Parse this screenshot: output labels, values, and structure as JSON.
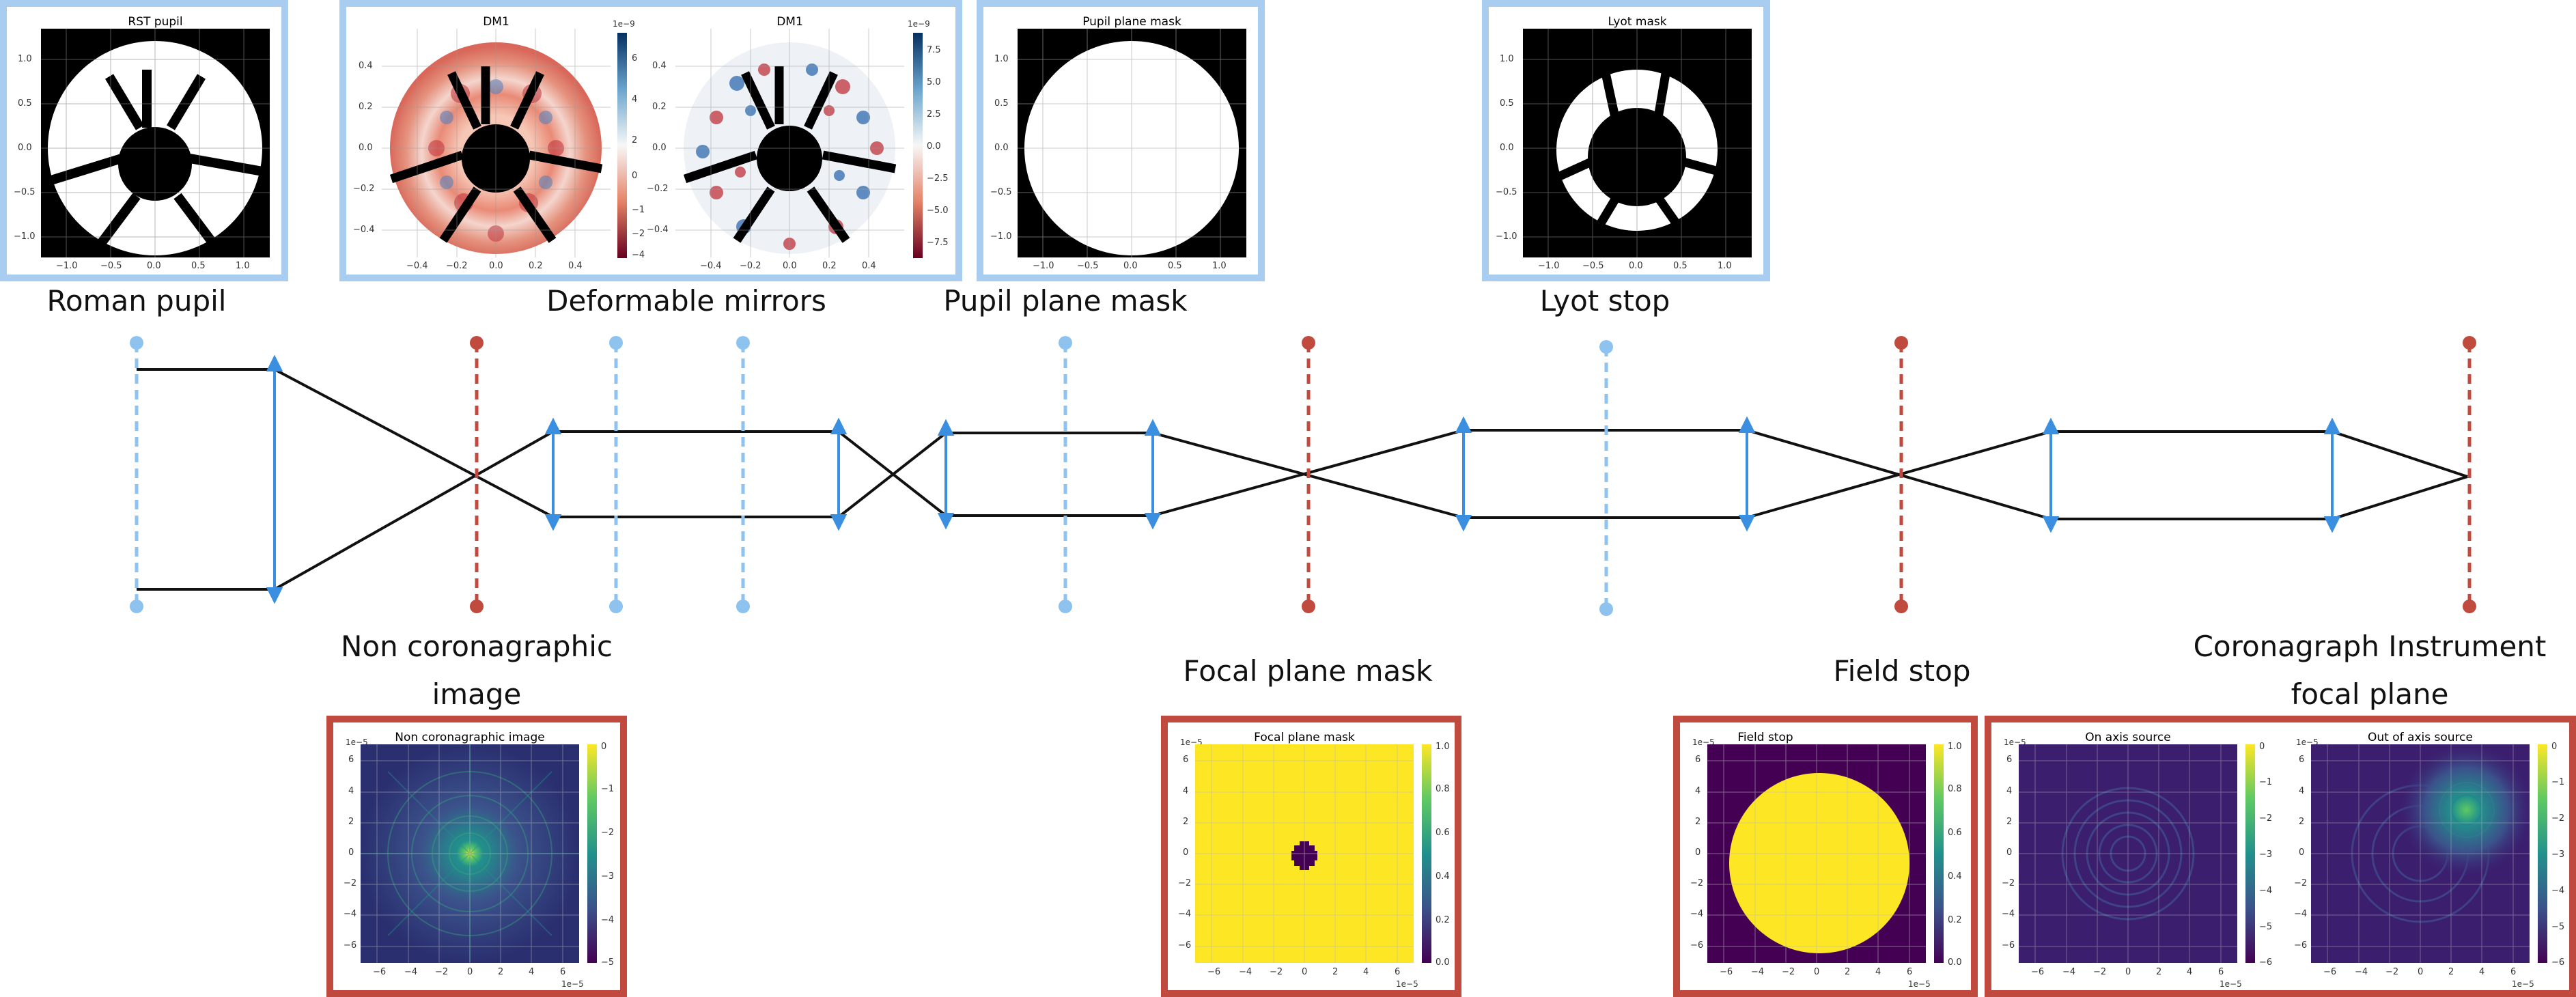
{
  "labels": {
    "roman_pupil": "Roman pupil",
    "deformable_mirrors": "Deformable mirrors",
    "pupil_plane_mask": "Pupil plane mask",
    "lyot_stop": "Lyot stop",
    "non_coronagraphic_1": "Non coronagraphic",
    "non_coronagraphic_2": "image",
    "focal_plane_mask": "Focal plane mask",
    "field_stop": "Field stop",
    "cgi_focal_1": "Coronagraph Instrument",
    "cgi_focal_2": "focal plane"
  },
  "plots": {
    "rst_pupil": {
      "title": "RST pupil",
      "yticks": [
        "1.0",
        "0.5",
        "0.0",
        "−0.5",
        "−1.0"
      ],
      "xticks": [
        "−1.0",
        "−0.5",
        "0.0",
        "0.5",
        "1.0"
      ]
    },
    "dm1_a": {
      "title": "DM1",
      "yticks": [
        "0.4",
        "0.2",
        "0.0",
        "−0.2",
        "−0.4"
      ],
      "xticks": [
        "−0.4",
        "−0.2",
        "0.0",
        "0.2",
        "0.4"
      ],
      "cbar_ticks": [
        "6",
        "4",
        "2",
        "0",
        "−1",
        "−2",
        "−4"
      ],
      "cbar_exp": "1e−9"
    },
    "dm1_b": {
      "title": "DM1",
      "yticks": [
        "0.4",
        "0.2",
        "0.0",
        "−0.2",
        "−0.4"
      ],
      "xticks": [
        "−0.4",
        "−0.2",
        "0.0",
        "0.2",
        "0.4"
      ],
      "cbar_ticks": [
        "7.5",
        "5.0",
        "2.5",
        "0.0",
        "−2.5",
        "−5.0",
        "−7.5"
      ],
      "cbar_exp": "1e−9"
    },
    "pupil_mask": {
      "title": "Pupil plane mask",
      "yticks": [
        "1.0",
        "0.5",
        "0.0",
        "−0.5",
        "−1.0"
      ],
      "xticks": [
        "−1.0",
        "−0.5",
        "0.0",
        "0.5",
        "1.0"
      ]
    },
    "lyot_mask": {
      "title": "Lyot mask",
      "yticks": [
        "1.0",
        "0.5",
        "0.0",
        "−0.5",
        "−1.0"
      ],
      "xticks": [
        "−1.0",
        "−0.5",
        "0.0",
        "0.5",
        "1.0"
      ]
    },
    "noncoro": {
      "title": "Non coronagraphic image",
      "yticks": [
        "6",
        "4",
        "2",
        "0",
        "−2",
        "−4",
        "−6"
      ],
      "xticks": [
        "−6",
        "−4",
        "−2",
        "0",
        "2",
        "4",
        "6"
      ],
      "cbar_ticks": [
        "0",
        "−1",
        "−2",
        "−3",
        "−4",
        "−5"
      ],
      "exp": "1e−5"
    },
    "fpm": {
      "title": "Focal plane mask",
      "yticks": [
        "6",
        "4",
        "2",
        "0",
        "−2",
        "−4",
        "−6"
      ],
      "xticks": [
        "−6",
        "−4",
        "−2",
        "0",
        "2",
        "4",
        "6"
      ],
      "cbar_ticks": [
        "1.0",
        "0.8",
        "0.6",
        "0.4",
        "0.2",
        "0.0"
      ],
      "exp": "1e−5"
    },
    "fieldstop": {
      "title": "Field stop",
      "yticks": [
        "6",
        "4",
        "2",
        "0",
        "−2",
        "−4",
        "−6"
      ],
      "xticks": [
        "−6",
        "−4",
        "−2",
        "0",
        "2",
        "4",
        "6"
      ],
      "cbar_ticks": [
        "1.0",
        "0.8",
        "0.6",
        "0.4",
        "0.2",
        "0.0"
      ],
      "exp": "1e−5"
    },
    "on_axis": {
      "title": "On axis source",
      "yticks": [
        "6",
        "4",
        "2",
        "0",
        "−2",
        "−4",
        "−6"
      ],
      "xticks": [
        "−6",
        "−4",
        "−2",
        "0",
        "2",
        "4",
        "6"
      ],
      "cbar_ticks": [
        "0",
        "−1",
        "−2",
        "−3",
        "−4",
        "−5",
        "−6"
      ],
      "exp": "1e−5"
    },
    "off_axis": {
      "title": "Out of axis source",
      "yticks": [
        "6",
        "4",
        "2",
        "0",
        "−2",
        "−4",
        "−6"
      ],
      "xticks": [
        "−6",
        "−4",
        "−2",
        "0",
        "2",
        "4",
        "6"
      ],
      "cbar_ticks": [
        "0",
        "−1",
        "−2",
        "−3",
        "−4",
        "−5",
        "−6"
      ],
      "exp": "1e−5"
    }
  },
  "colors": {
    "pupil_plane": "#8ec3ef",
    "focal_plane": "#bf4a3d",
    "beam": "#111111",
    "lens": "#3a8fe0"
  }
}
